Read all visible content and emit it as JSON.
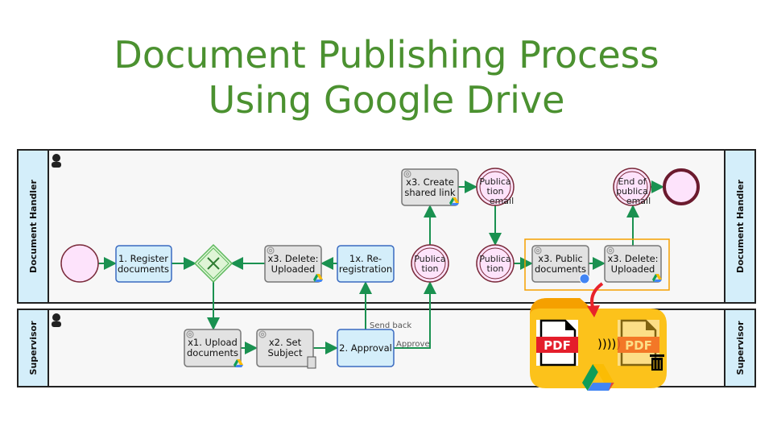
{
  "title": {
    "line1": "Document Publishing Process",
    "line2": "Using Google Drive"
  },
  "colors": {
    "title": "#4b9130",
    "flow": "#1a9150",
    "lane_header": "#d4eefa",
    "user_task": "#d4eefa",
    "service_task": "#e2e2e2",
    "event_fill": "#fde3fb",
    "highlight": "#f5a000"
  },
  "lanes": [
    {
      "label": "Document Handler",
      "icon": "user-icon"
    },
    {
      "label": "Supervisor",
      "icon": "user-icon"
    }
  ],
  "tasks": {
    "register": [
      "1. Register",
      "documents"
    ],
    "delete1": [
      "x3. Delete:",
      "Uploaded"
    ],
    "reregistration": [
      "1x. Re-",
      "registration"
    ],
    "create_link": [
      "x3. Create",
      "shared link"
    ],
    "public_docs": [
      "x3. Public",
      "documents"
    ],
    "delete2": [
      "x3. Delete:",
      "Uploaded"
    ],
    "upload": [
      "x1. Upload",
      "documents"
    ],
    "set_subject": [
      "x2. Set",
      "Subject"
    ],
    "approval": [
      "2. Approval"
    ]
  },
  "events": {
    "publication1": [
      "Publica",
      "tion"
    ],
    "publication_email": [
      "Publica",
      "tion",
      "email"
    ],
    "publication2": [
      "Publica",
      "tion"
    ],
    "end_email": [
      "End of",
      "publica",
      "email"
    ]
  },
  "flow_labels": {
    "send_back": "Send back",
    "approve": "Approve"
  },
  "illustration": {
    "pdf_label": "PDF",
    "waves": ")))))"
  }
}
